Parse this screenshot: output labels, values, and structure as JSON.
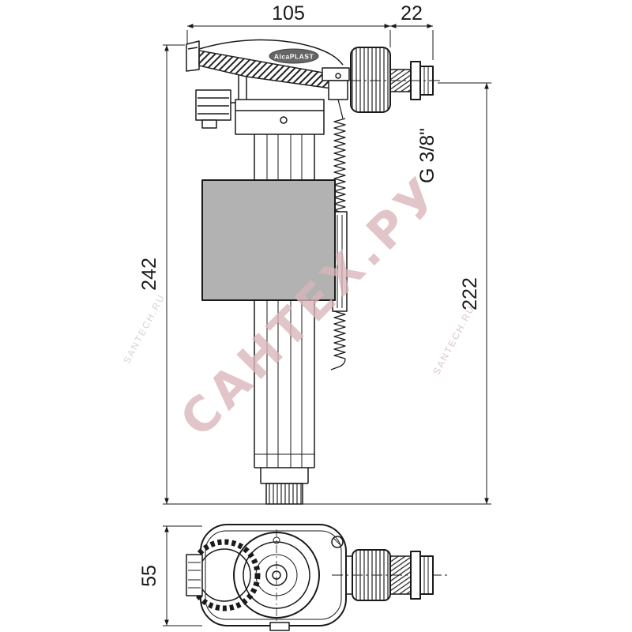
{
  "drawing": {
    "brand_label": "AlcaPLAST",
    "thread_label": "G 3/8\"",
    "colors": {
      "line": "#1a1a1a",
      "float_fill": "#b2b2b2"
    }
  },
  "dimensions": {
    "body_width": "105",
    "thread_length": "22",
    "total_height": "242",
    "inlet_height": "222",
    "depth": "55"
  },
  "watermark": {
    "main_text": "САНТЕХ.РУ",
    "main_color": "#d9b6ba",
    "left_text": "SANTECH.RU",
    "right_text": "SANTECH.RU",
    "small_color_left": "#cfcfcf",
    "small_color_right": "#d8c2c2"
  }
}
